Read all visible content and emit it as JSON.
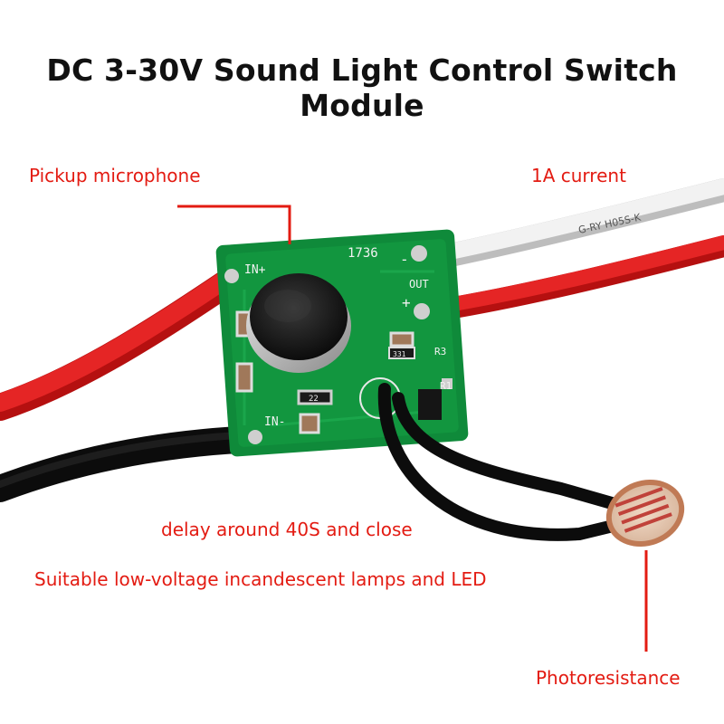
{
  "title": "DC 3-30V Sound Light Control Switch Module",
  "labels": {
    "pickup_microphone": "Pickup microphone",
    "current": "1A current",
    "delay": "delay around 40S and close",
    "suitable": "Suitable low-voltage incandescent lamps and LED",
    "photoresistance": "Photoresistance"
  },
  "board_markings": {
    "in_plus": "IN+",
    "in_minus": "IN-",
    "out": "OUT",
    "out_plus": "+",
    "minus": "-",
    "part_number": "1736",
    "r3": "R3",
    "r1": "R1",
    "resistor_code": "331",
    "smd_code": "22",
    "wire_print": "G-RY H05S-K"
  },
  "colors": {
    "accent_red": "#e31b12",
    "pcb_green": "#0f8a3a",
    "wire_red": "#e02020",
    "wire_black": "#141414",
    "wire_white": "#eeeeee"
  }
}
